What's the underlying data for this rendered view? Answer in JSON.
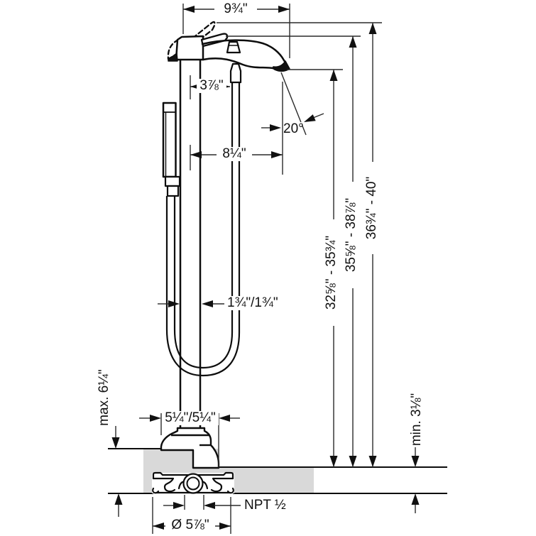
{
  "drawing": {
    "type": "technical-dimension-drawing",
    "subject": "freestanding-tub-filler-with-handshower",
    "colors": {
      "line": "#111111",
      "dimension_line": "#2a2a2a",
      "floor_gray": "#d9d9d9",
      "background": "#ffffff"
    },
    "dims": {
      "spout_reach": "9¾\"",
      "handle_offset": "3⅞\"",
      "spout_angle": "20°",
      "outlet_offset": "8¼\"",
      "riser_width": "1¾\"/1¾\"",
      "outlet_height": "32⅝\" - 35¾\"",
      "body_height": "35⅝\" - 38⅞\"",
      "total_height": "36¾\" - 40\"",
      "max_floor_buildup": "max. 6¼\"",
      "min_floor_buildup": "min. 3⅛\"",
      "base_width": "5¼\"/5¼\"",
      "supply_connection": "NPT ½",
      "flange_diameter": "Ø 5⅞\""
    }
  }
}
